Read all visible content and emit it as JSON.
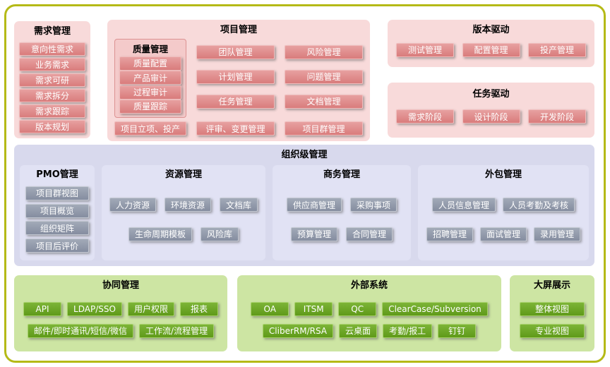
{
  "colors": {
    "frame_border": "#b5ba17",
    "pink_panel": "#f8dada",
    "pink_item": "#d97c7c",
    "purple_panel": "#d8d9ed",
    "gray_item": "#858da0",
    "green_panel": "#cde5a3",
    "green_item": "#5f9a19"
  },
  "requirements": {
    "title": "需求管理",
    "items": [
      "意向性需求",
      "业务需求",
      "需求可研",
      "需求拆分",
      "需求跟踪",
      "版本规划"
    ]
  },
  "project": {
    "title": "项目管理",
    "quality": {
      "title": "质量管理",
      "items": [
        "质量配置",
        "产品审计",
        "过程审计",
        "质量跟踪"
      ]
    },
    "col1": [
      "团队管理",
      "计划管理",
      "任务管理"
    ],
    "col2": [
      "风险管理",
      "问题管理",
      "文档管理"
    ],
    "footer": [
      "项目立项、投产",
      "评审、变更管理",
      "项目群管理"
    ]
  },
  "version_driven": {
    "title": "版本驱动",
    "items": [
      "测试管理",
      "配置管理",
      "投产管理"
    ]
  },
  "task_driven": {
    "title": "任务驱动",
    "items": [
      "需求阶段",
      "设计阶段",
      "开发阶段"
    ]
  },
  "org": {
    "title": "组织级管理",
    "pmo": {
      "title": "PMO管理",
      "items": [
        "项目群视图",
        "项目概览",
        "组织矩阵",
        "项目后评价"
      ]
    },
    "resource": {
      "title": "资源管理",
      "row1": [
        "人力资源",
        "环境资源",
        "文档库"
      ],
      "row2": [
        "生命周期模板",
        "风险库"
      ]
    },
    "business": {
      "title": "商务管理",
      "row1": [
        "供应商管理",
        "采购事项"
      ],
      "row2": [
        "预算管理",
        "合同管理"
      ]
    },
    "outsource": {
      "title": "外包管理",
      "row1": [
        "人员信息管理",
        "人员考勤及考核"
      ],
      "row2": [
        "招聘管理",
        "面试管理",
        "录用管理"
      ]
    }
  },
  "collaboration": {
    "title": "协同管理",
    "row1": [
      "API",
      "LDAP/SSO",
      "用户权限",
      "报表"
    ],
    "row2": [
      "邮件/即时通讯/短信/微信",
      "工作流/流程管理"
    ]
  },
  "external": {
    "title": "外部系统",
    "row1": [
      "OA",
      "ITSM",
      "QC",
      "ClearCase/Subversion"
    ],
    "row2": [
      "CliberRM/RSA",
      "云桌面",
      "考勤/报工",
      "钉钉"
    ]
  },
  "bigscreen": {
    "title": "大屏展示",
    "items": [
      "整体视图",
      "专业视图"
    ]
  }
}
